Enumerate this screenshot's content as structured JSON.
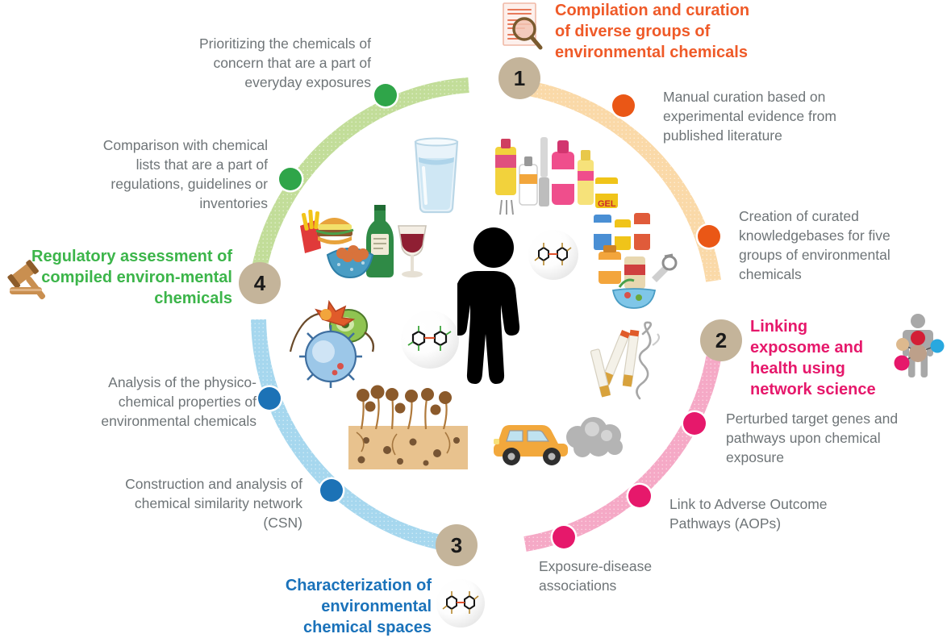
{
  "figure": {
    "title": "Exposome research workflow circular diagram",
    "center_icon": "human-silhouette"
  },
  "colors": {
    "orange_text": "#ef5a28",
    "orange_arc": "#fad9a8",
    "orange_dot": "#ea5716",
    "pink_text": "#e6186b",
    "pink_arc": "#f5a9c6",
    "pink_dot": "#e6186b",
    "blue_text": "#1a72ba",
    "blue_arc": "#a6d7ee",
    "blue_dot": "#1c72b6",
    "green_text": "#3cb54a",
    "green_arc": "#c2dd99",
    "green_dot": "#2fa549",
    "number_circle": "#c4b49a",
    "body_text": "#6e7477"
  },
  "quadrants": [
    {
      "number": "1",
      "heading": "Compilation and curation of diverse groups of environmental chemicals",
      "icon": "document-magnifier-icon",
      "accent": "orange",
      "steps": [
        "Manual curation based on experimental evidence from published literature",
        "Creation of curated knowledgebases for five groups of environmental chemicals"
      ]
    },
    {
      "number": "2",
      "heading": "Linking exposome and health using network science",
      "icon": "body-network-icon",
      "accent": "pink",
      "steps": [
        "Perturbed target genes and pathways upon chemical exposure",
        "Link to Adverse Outcome Pathways (AOPs)",
        "Exposure-disease associations"
      ]
    },
    {
      "number": "3",
      "heading": "Characterization of environmental chemical spaces",
      "icon": "molecule-sphere-icon",
      "accent": "blue",
      "steps": [
        "Construction and analysis of chemical similarity network (CSN)",
        "Analysis of the physico-chemical properties of environmental chemicals"
      ]
    },
    {
      "number": "4",
      "heading": "Regulatory assessment of compiled environ-mental chemicals",
      "icon": "gavel-icon",
      "accent": "green",
      "steps": [
        "Comparison with chemical lists that are a part of regulations, guidelines or inventories",
        "Prioritizing the chemicals of concern that are a part of everyday exposures"
      ]
    }
  ],
  "labels": {
    "q1_heading": "Compilation and curation of diverse groups of environmental chemicals",
    "q1_step1": "Manual curation based on experimental evidence from published literature",
    "q1_step2": "Creation of curated knowledgebases for five groups of environmental chemicals",
    "q2_heading": "Linking exposome and health using network science",
    "q2_step1": "Perturbed target genes and pathways upon chemical exposure",
    "q2_step2": "Link to Adverse Outcome Pathways (AOPs)",
    "q2_step3": "Exposure-disease associations",
    "q3_heading": "Characterization of environmental chemical spaces",
    "q3_step1": "Construction and analysis of chemical similarity network (CSN)",
    "q3_step2": "Analysis of the physico-chemical properties of environmental chemicals",
    "q4_heading": "Regulatory assessment of compiled environ-mental chemicals",
    "q4_step1": "Comparison with chemical lists that are a part of regulations, guidelines or inventories",
    "q4_step2": "Prioritizing the chemicals of concern that are a part of everyday exposures",
    "num1": "1",
    "num2": "2",
    "num3": "3",
    "num4": "4"
  },
  "center_illustrations": [
    "water-glass-icon",
    "personal-care-products-icon",
    "medicines-pesticides-icon",
    "food-and-drink-icon",
    "microbes-icon",
    "soil-plants-icon",
    "cigarette-smoke-icon",
    "car-exhaust-icon",
    "molecule-sphere-icon",
    "human-silhouette-icon"
  ]
}
